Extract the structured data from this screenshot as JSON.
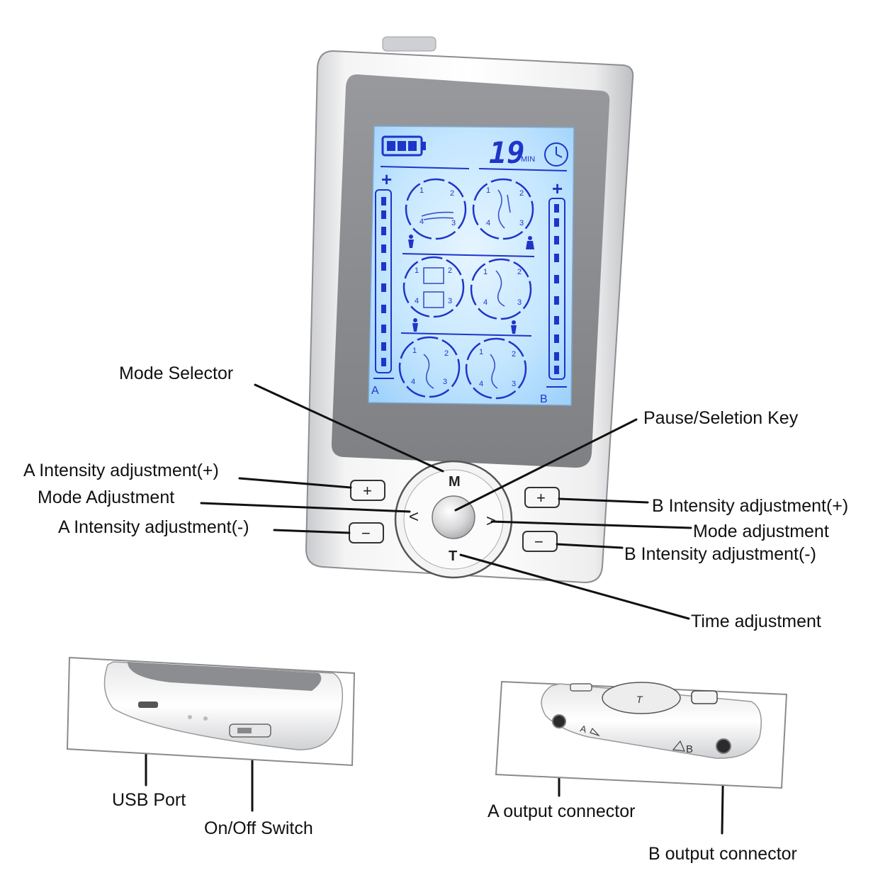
{
  "device": {
    "lcd": {
      "timer_value": "19",
      "timer_unit": "MIN",
      "channel_a": "A",
      "channel_b": "B",
      "plus_a": "+",
      "plus_b": "+",
      "mode_numbers": [
        "1",
        "2",
        "3",
        "4"
      ]
    },
    "buttons": {
      "mode": "M",
      "time": "T",
      "plus": "+",
      "minus": "−",
      "left": "<",
      "right": ">"
    }
  },
  "callouts": {
    "mode_selector": "Mode Selector",
    "pause_selection_key": "Pause/Seletion Key",
    "a_intensity_plus": "A Intensity adjustment(+)",
    "mode_adjustment_left": "Mode Adjustment",
    "a_intensity_minus": "A Intensity adjustment(-)",
    "b_intensity_plus": "B Intensity adjustment(+)",
    "mode_adjustment_right": "Mode adjustment",
    "b_intensity_minus": "B Intensity adjustment(-)",
    "time_adjustment": "Time adjustment",
    "usb_port": "USB Port",
    "on_off_switch": "On/Off Switch",
    "a_output_connector": "A output connector",
    "b_output_connector": "B output connector"
  },
  "connector_marks": {
    "a": "A",
    "b": "B"
  },
  "colors": {
    "lcd_glow": "#bfe3ff",
    "lcd_segment": "#1e35c9",
    "body_silver": "#d9dadd",
    "bezel": "#8a8b8f"
  }
}
